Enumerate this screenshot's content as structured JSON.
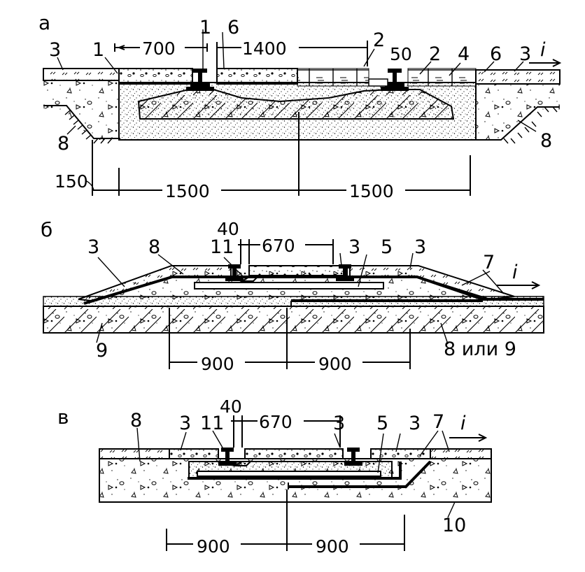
{
  "sections": {
    "a": {
      "label": "а",
      "callouts": [
        "3",
        "1",
        "1",
        "6",
        "2",
        "50",
        "2",
        "4",
        "6",
        "3",
        "8",
        "8"
      ],
      "slope": "i",
      "dims": {
        "left_gap": "700",
        "gauge": "1400",
        "edge": "150",
        "half_left": "1500",
        "half_right": "1500"
      }
    },
    "b": {
      "label": "б",
      "callouts": [
        "3",
        "8",
        "11",
        "40",
        "3",
        "5",
        "3",
        "7",
        "9"
      ],
      "slope": "i",
      "dims": {
        "gap": "40",
        "gauge": "670",
        "half_left": "900",
        "half_right": "900"
      },
      "material_note": "8 или 9"
    },
    "c": {
      "label": "в",
      "callouts": [
        "8",
        "3",
        "11",
        "40",
        "3",
        "5",
        "3",
        "7",
        "10"
      ],
      "slope": "i",
      "dims": {
        "gap": "40",
        "gauge": "670",
        "half_left": "900",
        "half_right": "900"
      }
    }
  },
  "colors": {
    "ink": "#000000",
    "paper": "#ffffff"
  }
}
